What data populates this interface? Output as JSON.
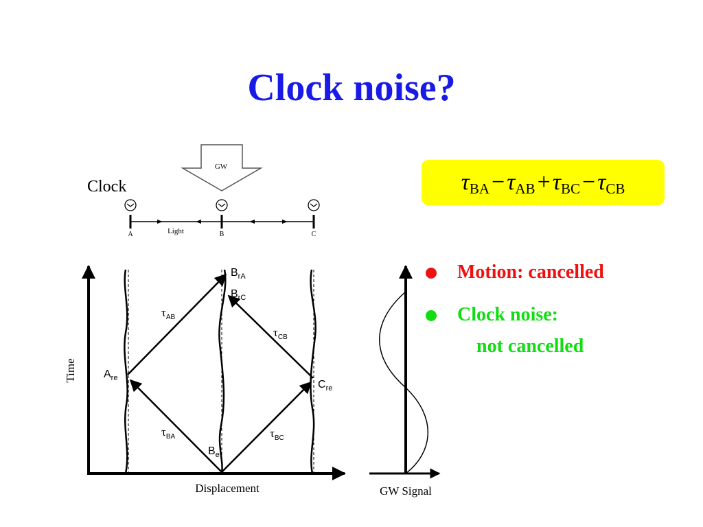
{
  "slide": {
    "title": "Clock noise?"
  },
  "formula": {
    "terms": [
      {
        "op": "",
        "symbol": "τ",
        "sub": "BA"
      },
      {
        "op": "−",
        "symbol": "τ",
        "sub": "AB"
      },
      {
        "op": "+",
        "symbol": "τ",
        "sub": "BC"
      },
      {
        "op": "−",
        "symbol": "τ",
        "sub": "CB"
      }
    ]
  },
  "bullets": {
    "motion": "Motion: cancelled",
    "clock_line1": "Clock noise:",
    "clock_line2": "not cancelled"
  },
  "colors": {
    "title": "#1a1ae6",
    "formula_background": "#ffff00",
    "motion": "#ee1111",
    "clock_noise": "#11dd11"
  },
  "diagram_top": {
    "clock_label": "Clock",
    "gw_label": "GW",
    "light_label": "Light",
    "station_a": "A",
    "station_b": "B",
    "station_c": "C",
    "icons": [
      "clock-icon",
      "clock-icon",
      "clock-icon",
      "gw-arrow-icon"
    ]
  },
  "diagram_main": {
    "ylabel": "Time",
    "xlabel": "Displacement",
    "points": {
      "b_ra": {
        "base": "B",
        "sub": "rA"
      },
      "b_rc": {
        "base": "B",
        "sub": "rC"
      },
      "a_re": {
        "base": "A",
        "sub": "re"
      },
      "c_re": {
        "base": "C",
        "sub": "re"
      },
      "b_e": {
        "base": "B",
        "sub": "e"
      }
    },
    "paths": {
      "tau_ab": {
        "symbol": "τ",
        "sub": "AB"
      },
      "tau_cb": {
        "symbol": "τ",
        "sub": "CB"
      },
      "tau_ba": {
        "symbol": "τ",
        "sub": "BA"
      },
      "tau_bc": {
        "symbol": "τ",
        "sub": "BC"
      }
    }
  },
  "diagram_gw": {
    "label": "GW Signal"
  }
}
